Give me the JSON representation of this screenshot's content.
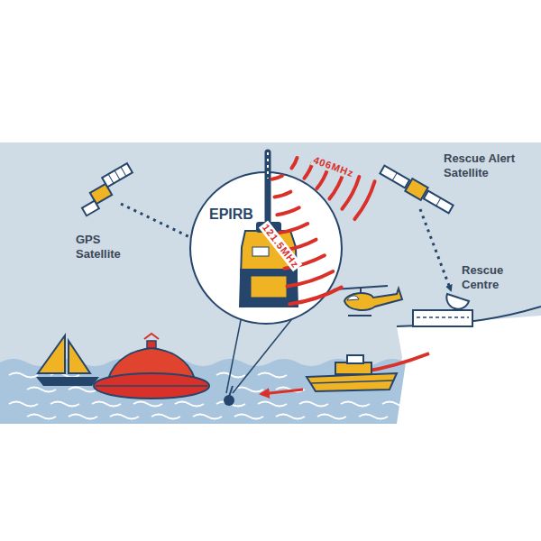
{
  "diagram": {
    "nodes": [
      {
        "text": [
          "EPIRB"
        ]
      }
    ],
    "labels": [
      "GPS Satellite",
      "406MHz",
      "121.5MHz",
      "Rescue Alert Satellite",
      "Rescue Centre"
    ]
  }
}
